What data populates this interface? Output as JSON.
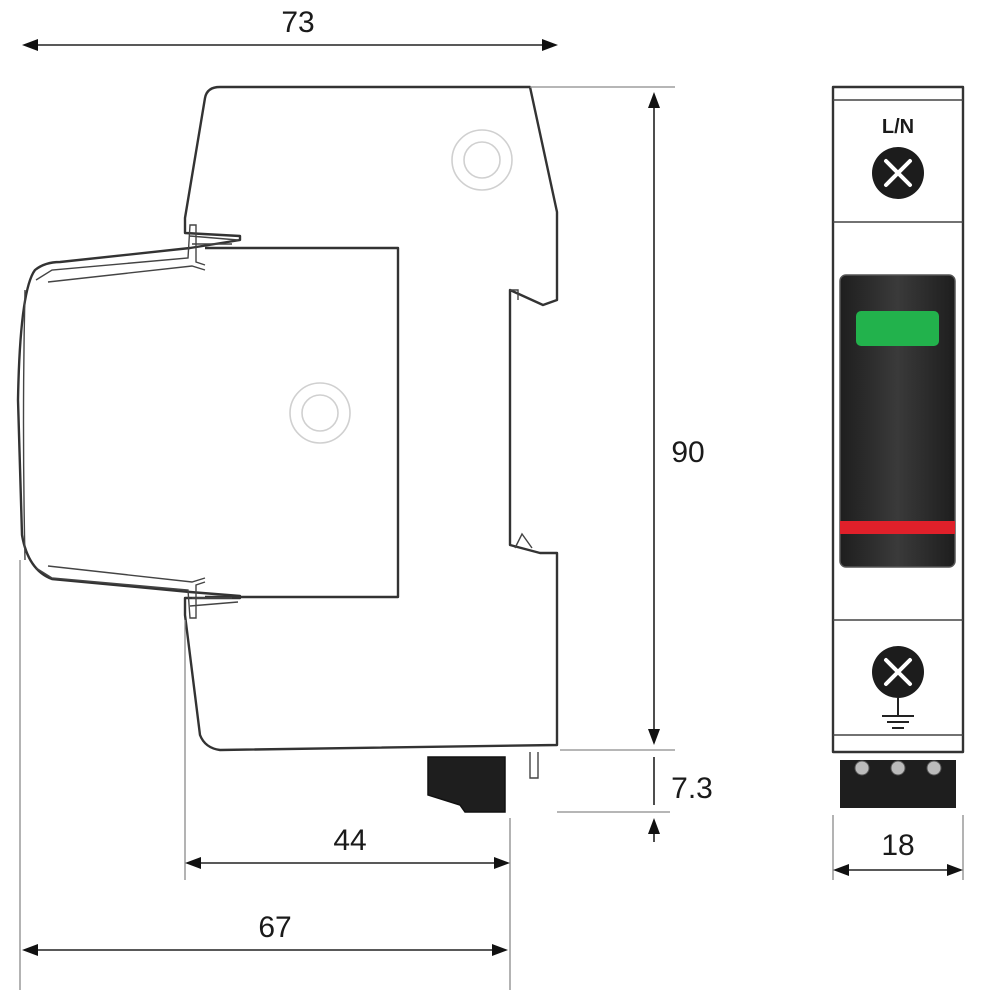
{
  "dimensions": {
    "overall_width": "73",
    "height": "90",
    "terminal_offset": "7.3",
    "rail_depth": "44",
    "mounting_depth": "67",
    "module_width": "18"
  },
  "front_view": {
    "top_terminal_label": "L/N"
  },
  "colors": {
    "outline": "#333333",
    "status_window": "#2b2b2b",
    "status_ok": "#22b24c",
    "status_fail_band": "#e0202a",
    "screw": "#1c1c1c",
    "terminal_block": "#1e1e1e"
  },
  "icons": {
    "screw_terminal": "cross-screw-icon",
    "ground": "ground-icon",
    "watermark": "watermark-logo-icon"
  }
}
